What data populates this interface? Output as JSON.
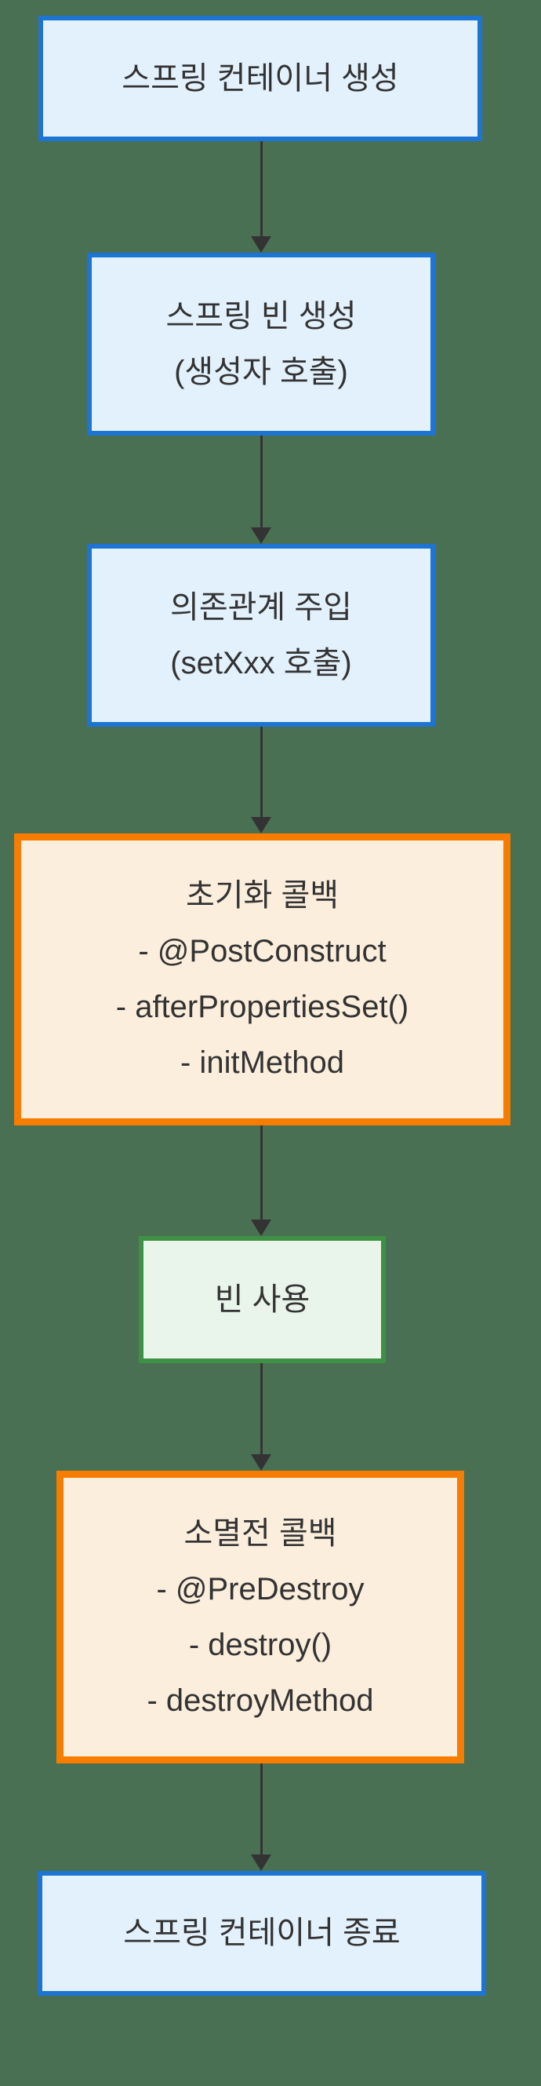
{
  "colors": {
    "bg": "#4A7053",
    "blue-border": "#1E74D2",
    "blue-fill": "#E3F1FD",
    "orange-border": "#F67D00",
    "orange-fill": "#FCEEDC",
    "green-border": "#3E9044",
    "green-fill": "#E9F4EA",
    "ink": "#333333"
  },
  "nodes": [
    {
      "name": "spring-container-create",
      "style": "blue",
      "lines": [
        "스프링 컨테이너 생성"
      ]
    },
    {
      "name": "spring-bean-create",
      "style": "blue",
      "lines": [
        "스프링 빈 생성",
        "(생성자 호출)"
      ]
    },
    {
      "name": "dependency-injection",
      "style": "blue",
      "lines": [
        "의존관계 주입",
        "(setXxx 호출)"
      ]
    },
    {
      "name": "init-callback",
      "style": "orange",
      "lines": [
        "초기화 콜백",
        "- @PostConstruct",
        "- afterPropertiesSet()",
        "- initMethod"
      ]
    },
    {
      "name": "bean-use",
      "style": "green",
      "lines": [
        "빈 사용"
      ]
    },
    {
      "name": "destroy-callback",
      "style": "orange",
      "lines": [
        "소멸전 콜백",
        "- @PreDestroy",
        "- destroy()",
        "- destroyMethod"
      ]
    },
    {
      "name": "spring-container-close",
      "style": "blue",
      "lines": [
        "스프링 컨테이너 종료"
      ]
    }
  ]
}
